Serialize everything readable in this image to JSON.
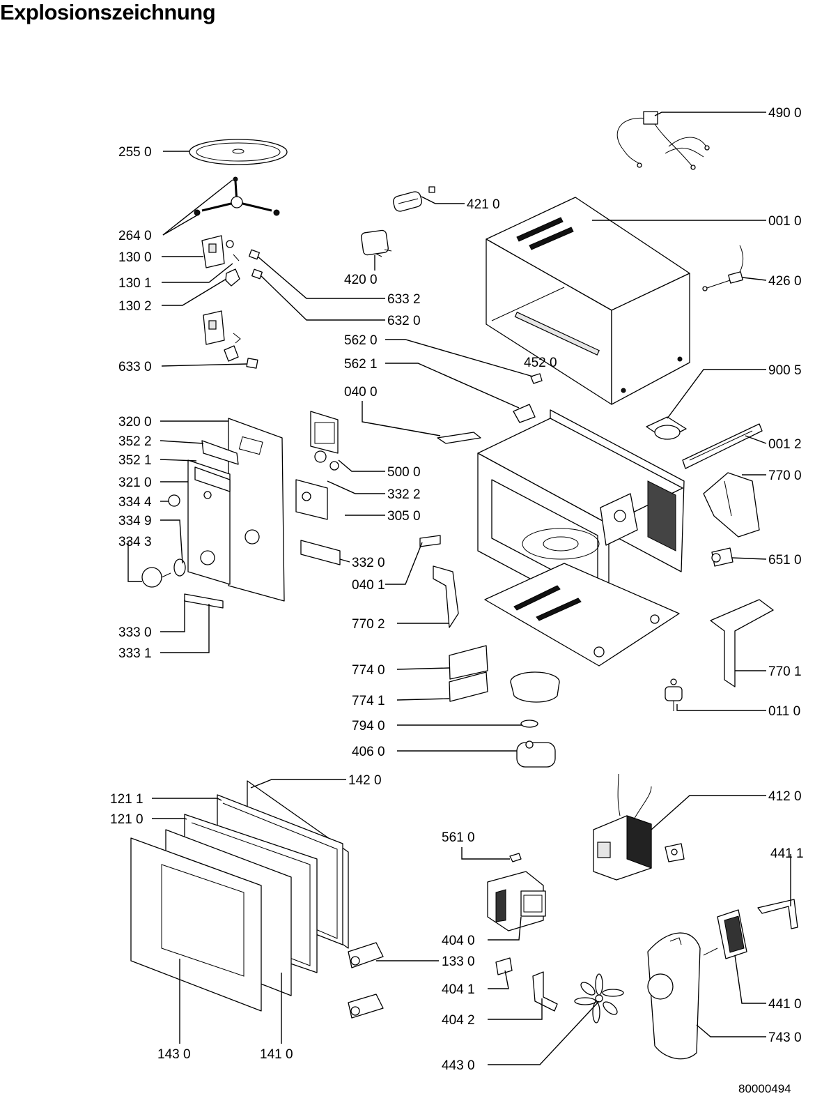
{
  "title": "Explosionszeichnung",
  "document_number": "80000494",
  "part_labels": {
    "p2550": "255 0",
    "p2640": "264 0",
    "p1300": "130 0",
    "p1301": "130 1",
    "p1302": "130 2",
    "p6330": "633 0",
    "p6332": "633 2",
    "p6320": "632 0",
    "p4210": "421 0",
    "p4200": "420 0",
    "p5620": "562 0",
    "p5621": "562 1",
    "p0400": "040 0",
    "p4900": "490 0",
    "p0010": "001 0",
    "p4260": "426 0",
    "p4520": "452 0",
    "p9005": "900 5",
    "p0012": "001 2",
    "p7700": "770 0",
    "p6510": "651 0",
    "p7701": "770 1",
    "p0110": "011 0",
    "p3200": "320 0",
    "p3522": "352 2",
    "p3521": "352 1",
    "p3210": "321 0",
    "p3344": "334 4",
    "p3349": "334 9",
    "p3343": "334 3",
    "p3330": "333 0",
    "p3331": "333 1",
    "p5000": "500 0",
    "p3322": "332 2",
    "p3050": "305 0",
    "p3320": "332 0",
    "p0401": "040 1",
    "p7702": "770 2",
    "p7740": "774 0",
    "p7741": "774 1",
    "p7940": "794 0",
    "p4060": "406 0",
    "p1420": "142 0",
    "p1211": "121 1",
    "p1210": "121 0",
    "p4120": "412 0",
    "p5610": "561 0",
    "p4040": "404 0",
    "p4411": "441 1",
    "p1330": "133 0",
    "p4041": "404 1",
    "p4042": "404 2",
    "p4410": "441 0",
    "p7430": "743 0",
    "p4430": "443 0",
    "p1430": "143 0",
    "p1410": "141 0"
  }
}
